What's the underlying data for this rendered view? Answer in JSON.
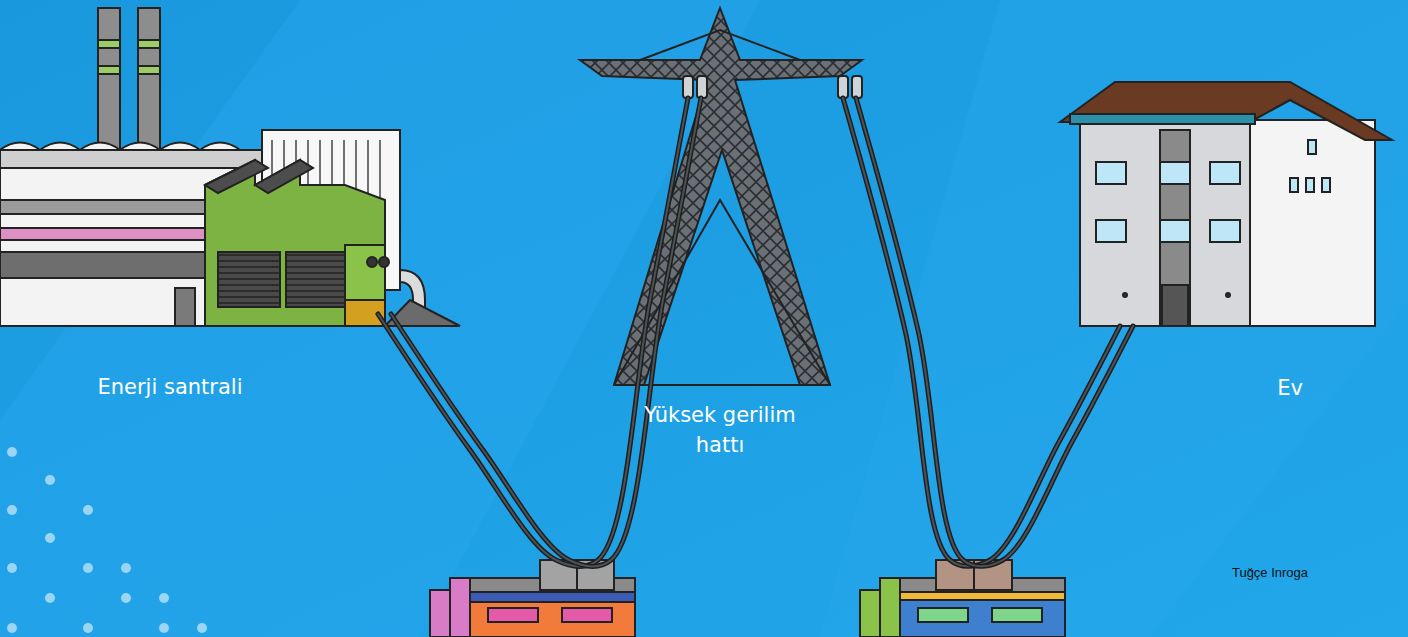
{
  "diagram": {
    "nodes": [
      {
        "text": [
          "Enerji santrali"
        ]
      },
      {
        "text": [
          "Yüksek gerilim hattı"
        ]
      },
      {
        "text": [
          "Ev"
        ]
      }
    ],
    "edges": [
      {
        "from": 0,
        "to": 1,
        "arrow": "none"
      },
      {
        "from": 1,
        "to": 2,
        "arrow": "none"
      }
    ],
    "labels": [
      "Tuğçe Inroga"
    ]
  }
}
